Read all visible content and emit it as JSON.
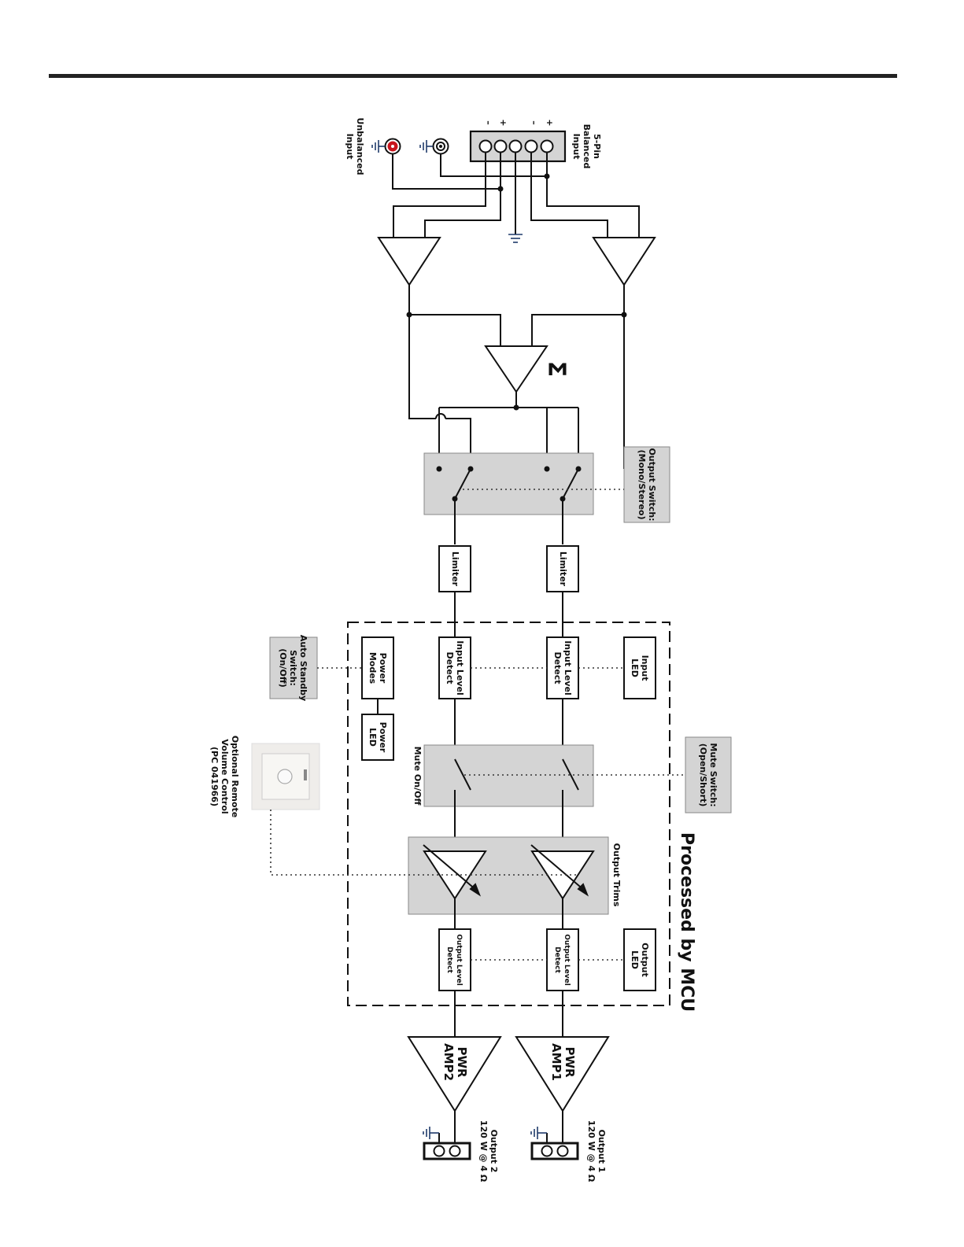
{
  "labels": {
    "balanced_input": [
      "5-Pin",
      "Balanced",
      "Input"
    ],
    "pin_signs": [
      "–",
      "+",
      "–",
      "+"
    ],
    "unbalanced_input": [
      "Unbalanced",
      "Input"
    ],
    "sum_symbol": "Σ",
    "output_switch": [
      "Output Switch:",
      "(Mono/Stereo)"
    ],
    "limiter": "Limiter",
    "input_level_detect": [
      "Input Level",
      "Detect"
    ],
    "input_led": [
      "Input",
      "LED"
    ],
    "power_modes": [
      "Power",
      "Modes"
    ],
    "power_led": [
      "Power",
      "LED"
    ],
    "auto_standby": [
      "Auto Standby",
      "Switch:",
      "(On/Off)"
    ],
    "mute_on_off": "Mute On/Off",
    "mute_switch": [
      "Mute Switch:",
      "(Open/Short)"
    ],
    "output_trims": "Output Trims",
    "remote_volume": [
      "Optional Remote",
      "Volume Control",
      "(PC 041966)"
    ],
    "output_level_detect": [
      "Output Level",
      "Detect"
    ],
    "output_led": [
      "Output",
      "LED"
    ],
    "processed_by": "Processed by MCU",
    "amp1": [
      "PWR",
      "AMP1"
    ],
    "amp2": [
      "PWR",
      "AMP2"
    ],
    "output1": [
      "Output 1",
      "120 W @ 4 Ω"
    ],
    "output2": [
      "Output 2",
      "120 W @ 4 Ω"
    ]
  },
  "colors": {
    "line": "#111111",
    "shade": "#d4d4d4",
    "rca_red": "#c8141c"
  },
  "icons": [
    "ground-icon",
    "rca-jack-icon",
    "volume-knob-icon"
  ]
}
